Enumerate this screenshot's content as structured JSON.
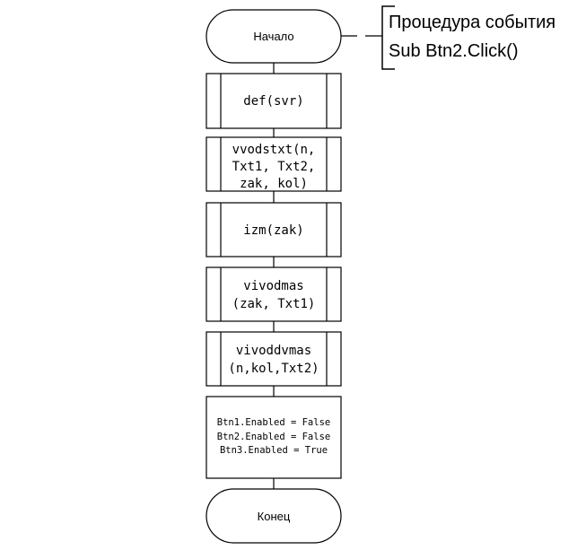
{
  "diagram": {
    "title_line1": "Процедура события",
    "title_line2": "Sub Btn2.Click()",
    "start_label": "Начало",
    "end_label": "Конец",
    "steps": [
      {
        "kind": "subprocess",
        "lines": [
          "def(svr)"
        ]
      },
      {
        "kind": "subprocess",
        "lines": [
          "vvodstxt(n,",
          "Txt1, Txt2,",
          "zak, kol)"
        ]
      },
      {
        "kind": "subprocess",
        "lines": [
          "izm(zak)"
        ]
      },
      {
        "kind": "subprocess",
        "lines": [
          "vivodmas",
          "(zak, Txt1)"
        ]
      },
      {
        "kind": "subprocess",
        "lines": [
          "vivoddvmas",
          "(n,kol,Txt2)"
        ]
      },
      {
        "kind": "process",
        "lines": [
          "Btn1.Enabled = False",
          "Btn2.Enabled = False",
          "Btn3.Enabled = True"
        ]
      }
    ]
  }
}
